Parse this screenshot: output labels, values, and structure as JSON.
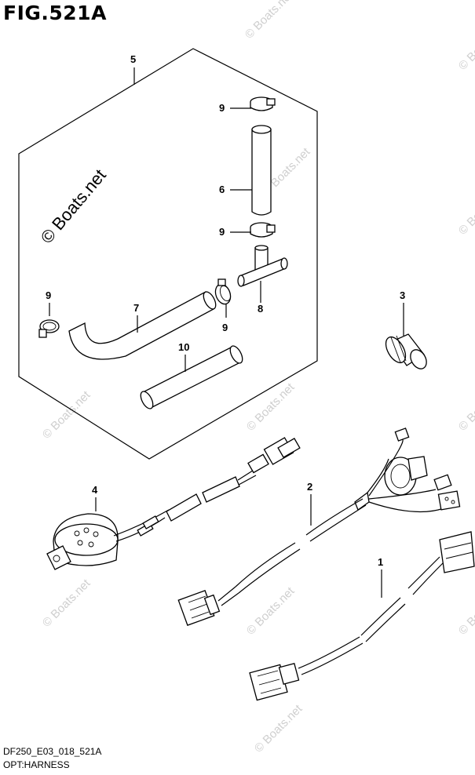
{
  "figure": {
    "title": "FIG.521A",
    "diagram_code": "DF250_E03_018_521A",
    "caption": "OPT:HARNESS"
  },
  "watermark": {
    "main": "© Boats.net",
    "repeat": "© Boats.net"
  },
  "callouts": {
    "c1": "1",
    "c2": "2",
    "c3": "3",
    "c4": "4",
    "c5": "5",
    "c6": "6",
    "c7": "7",
    "c8": "8",
    "c9a": "9",
    "c9b": "9",
    "c9c": "9",
    "c9d": "9",
    "c10": "10"
  }
}
